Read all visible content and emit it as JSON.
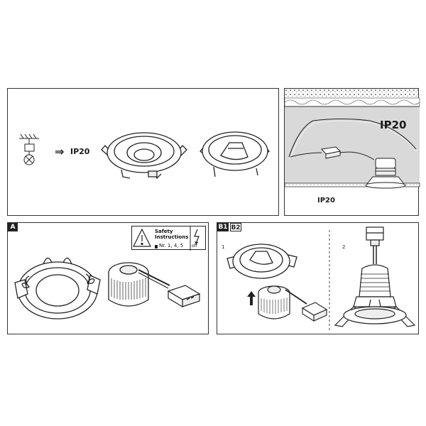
{
  "top_left": {
    "ip_label": "IP20",
    "arrow_glyph": "⇒"
  },
  "top_right": {
    "ip_label_large": "IP20",
    "ip_label_small": "IP20"
  },
  "panel_a": {
    "tag": "A",
    "safety_line1": "Safety",
    "safety_line2": "Instructions",
    "safety_line3": "Nr. 1, 4, 5",
    "off_label": "off"
  },
  "panel_b": {
    "tag1": "B1",
    "tag2": "B2",
    "step1": "1",
    "step2": "2"
  },
  "icons": [
    "ceiling-lamp-symbol-icon",
    "warning-triangle-icon",
    "book-icon",
    "lightning-off-icon",
    "arrow-up-icon"
  ]
}
